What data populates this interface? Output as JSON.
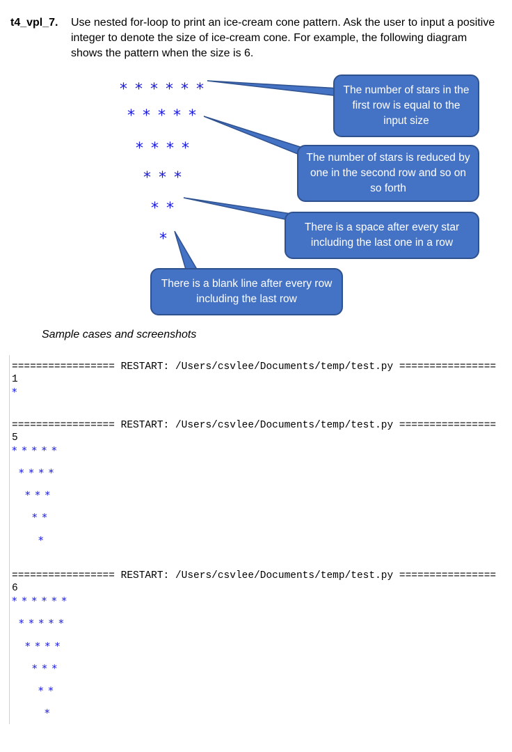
{
  "question": {
    "label": "t4_vpl_7.",
    "text": "Use nested for-loop to print an ice-cream cone pattern.  Ask the user to input a positive integer to denote the size of ice-cream cone.  For example, the following diagram shows the pattern when the size is 6."
  },
  "diagram": {
    "rows": [
      "* * * * * *",
      "* * * * *",
      "* * * *",
      "* * *",
      "* *",
      "*"
    ],
    "callouts": {
      "first_row": "The number of stars in the first row is equal to the input size",
      "reduced": "The number of stars is reduced by one in the second row and so on so forth",
      "space": "There is a space after every star including the last one in a row",
      "blank_line": "There is a blank line after every row including the last row"
    },
    "colors": {
      "star": "#1a1ae6",
      "callout_fill": "#4472c4",
      "callout_border": "#2f528f"
    }
  },
  "sample_heading": "Sample cases and screenshots",
  "console": {
    "restart_1": "================= RESTART: /Users/csvlee/Documents/temp/test.py ================",
    "input_1": "1",
    "out_1": [
      "*"
    ],
    "restart_2": "================= RESTART: /Users/csvlee/Documents/temp/test.py ================",
    "input_2": "5",
    "out_2": [
      "* * * * *",
      "* * * *",
      "* * *",
      "* *",
      "*"
    ],
    "restart_3": "================= RESTART: /Users/csvlee/Documents/temp/test.py ================",
    "input_3": "6",
    "out_3": [
      "* * * * * *",
      "* * * * *",
      "* * * *",
      "* * *",
      "* *",
      "*"
    ]
  }
}
